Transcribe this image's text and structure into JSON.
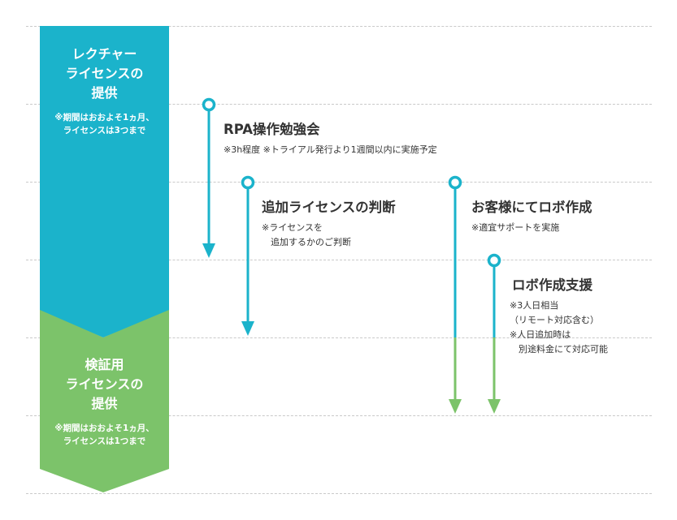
{
  "colors": {
    "lecture": "#1bb3cb",
    "verification": "#7cc36a",
    "gridline": "#c9c9c9",
    "text": "#333333",
    "text_on_color": "#ffffff"
  },
  "phases": {
    "lecture": {
      "title": "レクチャー\nライセンスの\n提供",
      "note": "※期間はおおよそ1ヵ月、\nライセンスは3つまで"
    },
    "verification": {
      "title": "検証用\nライセンスの\n提供",
      "note": "※期間はおおよそ1ヵ月、\nライセンスは1つまで"
    }
  },
  "steps": {
    "rpa_study": {
      "title": "RPA操作勉強会",
      "note": "※3h程度 ※トライアル発行より1週間以内に実施予定"
    },
    "license_decision": {
      "title": "追加ライセンスの判断",
      "note": "※ライセンスを\n　追加するかのご判断"
    },
    "customer_robot": {
      "title": "お客様にてロボ作成",
      "note": "※適宜サポートを実施"
    },
    "robot_support": {
      "title": "ロボ作成支援",
      "note": "※3人日相当\n（リモート対応含む）\n※人日追加時は\n　別途料金にて対応可能"
    }
  }
}
